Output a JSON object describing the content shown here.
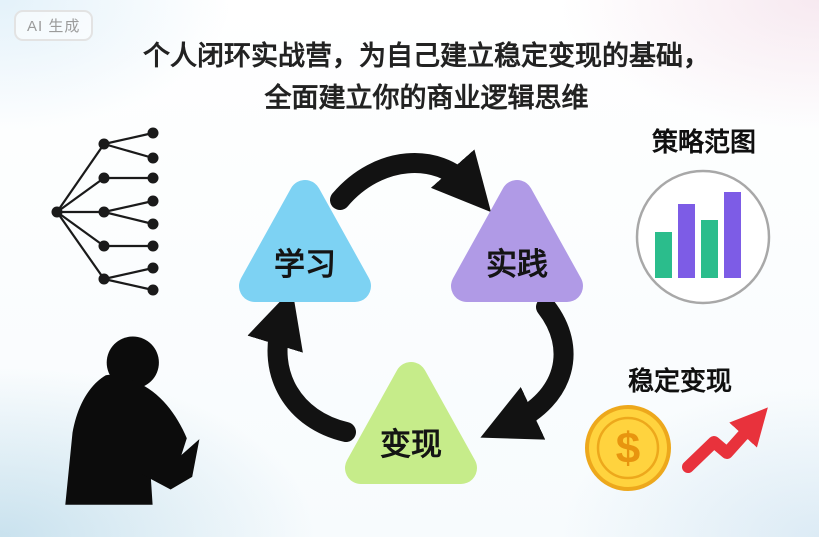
{
  "badge": {
    "label": "AI 生成"
  },
  "title": {
    "line1": "个人闭环实战营，为自己建立稳定变现的基础，",
    "line2": "全面建立你的商业逻辑思维"
  },
  "cycle": {
    "nodes": [
      {
        "id": "learn",
        "label": "学习",
        "color": "#7dd2f3"
      },
      {
        "id": "practice",
        "label": "实践",
        "color": "#b09ae6"
      },
      {
        "id": "monetize",
        "label": "变现",
        "color": "#c6ec8a"
      }
    ],
    "arrow_color": "#121212"
  },
  "strategy_chart": {
    "label": "策略范图",
    "chart": {
      "type": "bar",
      "values": [
        46,
        74,
        58,
        86
      ],
      "colors": [
        "#2bbd8c",
        "#7d5ce6",
        "#2bbd8c",
        "#7d5ce6"
      ]
    }
  },
  "monetization": {
    "label": "稳定变现",
    "coin_symbol": "$",
    "coin_color": "#ffd33e",
    "coin_ring": "#eda81c",
    "arrow_color": "#e8323c"
  }
}
